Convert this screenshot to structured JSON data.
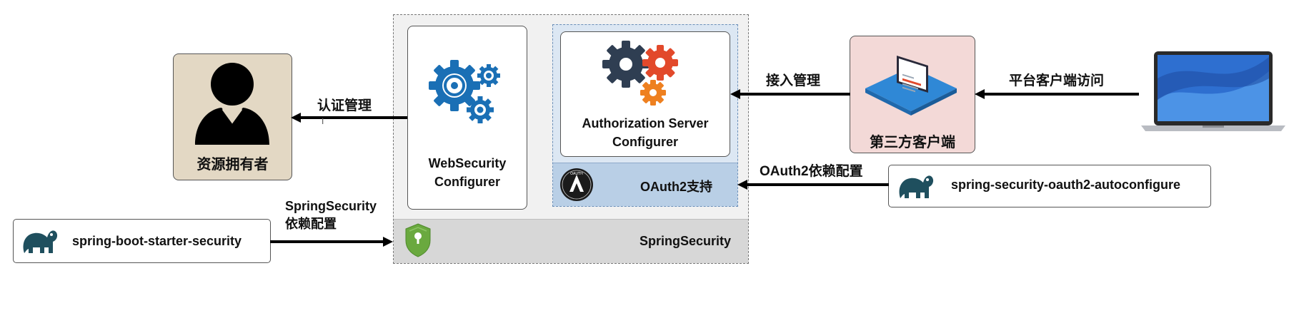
{
  "resource_owner": {
    "label": "资源拥有者"
  },
  "auth_manage": {
    "label": "认证管理"
  },
  "web_security": {
    "line1": "WebSecurity",
    "line2": "Configurer"
  },
  "auth_server": {
    "line1": "Authorization Server",
    "line2": "Configurer"
  },
  "oauth2_support": {
    "label": "OAuth2支持",
    "badge_text": "OAUTH"
  },
  "spring_security": {
    "label": "SpringSecurity"
  },
  "access_manage": {
    "label": "接入管理"
  },
  "third_party_client": {
    "label": "第三方客户端"
  },
  "platform_access": {
    "label": "平台客户端访问"
  },
  "oauth2_dep": {
    "label": "OAuth2依赖配置"
  },
  "oauth2_autoconfig": {
    "label": "spring-security-oauth2-autoconfigure"
  },
  "spring_security_dep": {
    "line1": "SpringSecurity",
    "line2": "依赖配置"
  },
  "boot_starter": {
    "label": "spring-boot-starter-security"
  },
  "colors": {
    "gear_blue": "#1a6fb5",
    "gear_dark": "#2f3e52",
    "gear_red": "#e2492b",
    "gear_orange": "#ee8020",
    "owner_bg": "#e3d8c4",
    "client_bg": "#f3d9d7",
    "oauth_panel_bg": "#dce7f3",
    "oauth_bar_bg": "#b9cfe6",
    "spring_bar_bg": "#d7d7d7",
    "shield_green": "#6aa93f"
  }
}
